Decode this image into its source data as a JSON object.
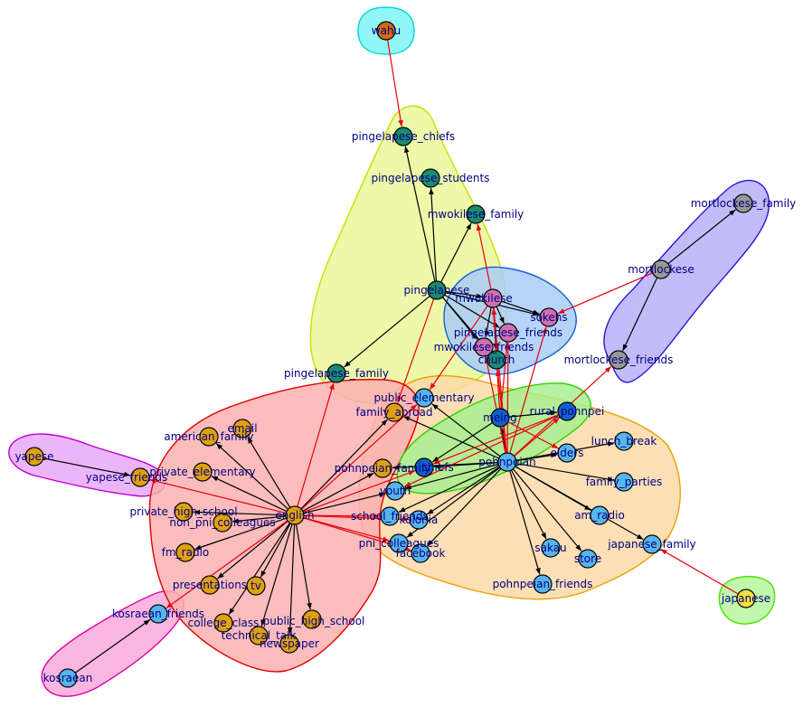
{
  "colors": {
    "label": "#000080",
    "edge_black": "#000000",
    "edge_red": "#e8000b",
    "node_stroke": "#000000"
  },
  "groups": [
    {
      "id": "g_wahu",
      "fill": "#7ff5f5",
      "stroke": "#00d7d7"
    },
    {
      "id": "g_yapese",
      "fill": "#e8a9f7",
      "stroke": "#c000d8"
    },
    {
      "id": "g_kosraean",
      "fill": "#f7a9dc",
      "stroke": "#e000a8"
    },
    {
      "id": "g_japanese",
      "fill": "#b7f7a0",
      "stroke": "#4ee000"
    },
    {
      "id": "g_mortlockese",
      "fill": "#b7b0f7",
      "stroke": "#3016d8"
    },
    {
      "id": "g_pingelapese",
      "fill": "#eaf79a",
      "stroke": "#c8e000"
    },
    {
      "id": "g_orange",
      "fill": "#fcd9a8",
      "stroke": "#f0a000"
    },
    {
      "id": "g_red",
      "fill": "#fab0b0",
      "stroke": "#e00000"
    },
    {
      "id": "g_mwokilese",
      "fill": "#a9cdf7",
      "stroke": "#1060d8"
    },
    {
      "id": "g_green",
      "fill": "#a8ee90",
      "stroke": "#30d000"
    }
  ],
  "nodes": [
    {
      "id": "wahu",
      "label": "wahu",
      "color": "#d06a10"
    },
    {
      "id": "pingelapese_chiefs",
      "label": "pingelapese_chiefs",
      "color": "#1a8a70"
    },
    {
      "id": "pingelapese_students",
      "label": "pingelapese_students",
      "color": "#1a8a70"
    },
    {
      "id": "mwokilese_family",
      "label": "mwokilese_family",
      "color": "#1a8a70"
    },
    {
      "id": "pingelapese",
      "label": "pingelapese",
      "color": "#1a8a70"
    },
    {
      "id": "pingelapese_family",
      "label": "pingelapese_family",
      "color": "#1a8a70"
    },
    {
      "id": "mwokilese",
      "label": "mwokilese",
      "color": "#d070b0"
    },
    {
      "id": "sokehs",
      "label": "sokehs",
      "color": "#d070b0"
    },
    {
      "id": "pingelapese_friends",
      "label": "pingelapese_friends",
      "color": "#d070b0"
    },
    {
      "id": "mwokilese_friends",
      "label": "mwokilese_friends",
      "color": "#d070b0"
    },
    {
      "id": "church",
      "label": "church",
      "color": "#1a8a70"
    },
    {
      "id": "mortlockese_family",
      "label": "mortlockese_family",
      "color": "#989898"
    },
    {
      "id": "mortlockese",
      "label": "mortlockese",
      "color": "#989898"
    },
    {
      "id": "mortlockese_friends",
      "label": "mortlockese_friends",
      "color": "#989898"
    },
    {
      "id": "public_elementary",
      "label": "public_elementary",
      "color": "#58b4ec"
    },
    {
      "id": "family_abroad",
      "label": "family_abroad",
      "color": "#e0a010"
    },
    {
      "id": "meing",
      "label": "meing",
      "color": "#1060c8"
    },
    {
      "id": "rural_pohnpei",
      "label": "rural_pohnpei",
      "color": "#1060c8"
    },
    {
      "id": "email",
      "label": "email",
      "color": "#e0a010"
    },
    {
      "id": "american_family",
      "label": "american_family",
      "color": "#e0a010"
    },
    {
      "id": "yapese",
      "label": "yapese",
      "color": "#e0a010"
    },
    {
      "id": "yapese_friends",
      "label": "yapese_friends",
      "color": "#e0a010"
    },
    {
      "id": "private_elementary",
      "label": "private_elementary",
      "color": "#e0a010"
    },
    {
      "id": "pohnpeian_family",
      "label": "pohnpeian_family",
      "color": "#e0a010"
    },
    {
      "id": "chiefs",
      "label": "chiefs",
      "color": "#1060c8"
    },
    {
      "id": "pohnpeian",
      "label": "pohnpeian",
      "color": "#58b4ec"
    },
    {
      "id": "elders",
      "label": "elders",
      "color": "#58b4ec"
    },
    {
      "id": "lunch_break",
      "label": "lunch_break",
      "color": "#58b4ec"
    },
    {
      "id": "family_parties",
      "label": "family_parties",
      "color": "#58b4ec"
    },
    {
      "id": "youth",
      "label": "youth",
      "color": "#58b4ec"
    },
    {
      "id": "private_high_school",
      "label": "private_high_school",
      "color": "#e0a010"
    },
    {
      "id": "non_pni_colleagues",
      "label": "non_pni_colleagues",
      "color": "#e0a010"
    },
    {
      "id": "english",
      "label": "english",
      "color": "#e0a010"
    },
    {
      "id": "school_friends",
      "label": "school_friends",
      "color": "#58b4ec"
    },
    {
      "id": "kolonia",
      "label": "kolonia",
      "color": "#58b4ec"
    },
    {
      "id": "am_radio",
      "label": "am_radio",
      "color": "#58b4ec"
    },
    {
      "id": "fm_radio",
      "label": "fm_radio",
      "color": "#e0a010"
    },
    {
      "id": "pni_colleagues",
      "label": "pni_colleagues",
      "color": "#58b4ec"
    },
    {
      "id": "facebook",
      "label": "facebook",
      "color": "#58b4ec"
    },
    {
      "id": "sakau",
      "label": "sakau",
      "color": "#58b4ec"
    },
    {
      "id": "store",
      "label": "store",
      "color": "#58b4ec"
    },
    {
      "id": "japanese_family",
      "label": "japanese_family",
      "color": "#58b4ec"
    },
    {
      "id": "presentations",
      "label": "presentations",
      "color": "#e0a010"
    },
    {
      "id": "tv",
      "label": "tv",
      "color": "#e0a010"
    },
    {
      "id": "pohnpeian_friends",
      "label": "pohnpeian_friends",
      "color": "#58b4ec"
    },
    {
      "id": "japanese",
      "label": "japanese",
      "color": "#f0e040"
    },
    {
      "id": "kosraean_friends",
      "label": "kosraean_friends",
      "color": "#58b4ec"
    },
    {
      "id": "college_class",
      "label": "college_class",
      "color": "#e0a010"
    },
    {
      "id": "technical_talk",
      "label": "technical_talk",
      "color": "#e0a010"
    },
    {
      "id": "public_high_school",
      "label": "public_high_school",
      "color": "#e0a010"
    },
    {
      "id": "newspaper",
      "label": "newspaper",
      "color": "#e0a010"
    },
    {
      "id": "kosraean",
      "label": "kosraean",
      "color": "#58b4ec"
    }
  ],
  "edges": [
    {
      "s": "wahu",
      "t": "pingelapese_chiefs",
      "red": true
    },
    {
      "s": "pingelapese",
      "t": "pingelapese_chiefs",
      "red": false
    },
    {
      "s": "pingelapese",
      "t": "pingelapese_students",
      "red": false
    },
    {
      "s": "pingelapese",
      "t": "mwokilese_family",
      "red": false
    },
    {
      "s": "pingelapese",
      "t": "mwokilese",
      "red": false
    },
    {
      "s": "pingelapese",
      "t": "sokehs",
      "red": false
    },
    {
      "s": "pingelapese",
      "t": "pingelapese_friends",
      "red": false
    },
    {
      "s": "pingelapese",
      "t": "mwokilese_friends",
      "red": false
    },
    {
      "s": "pingelapese",
      "t": "church",
      "red": false
    },
    {
      "s": "pingelapese",
      "t": "pingelapese_family",
      "red": false
    },
    {
      "s": "pingelapese",
      "t": "family_abroad",
      "red": true
    },
    {
      "s": "mwokilese",
      "t": "mwokilese_family",
      "red": true
    },
    {
      "s": "mwokilese",
      "t": "sokehs",
      "red": false
    },
    {
      "s": "mwokilese",
      "t": "pingelapese_friends",
      "red": false
    },
    {
      "s": "mwokilese",
      "t": "mwokilese_friends",
      "red": false
    },
    {
      "s": "mwokilese",
      "t": "church",
      "red": false
    },
    {
      "s": "mwokilese",
      "t": "public_elementary",
      "red": true
    },
    {
      "s": "mortlockese",
      "t": "mortlockese_family",
      "red": false
    },
    {
      "s": "mortlockese",
      "t": "mortlockese_friends",
      "red": false
    },
    {
      "s": "mortlockese",
      "t": "sokehs",
      "red": true
    },
    {
      "s": "pohnpeian",
      "t": "mortlockese_friends",
      "red": true
    },
    {
      "s": "pohnpeian",
      "t": "meing",
      "red": false
    },
    {
      "s": "pohnpeian",
      "t": "rural_pohnpei",
      "red": true
    },
    {
      "s": "pohnpeian",
      "t": "elders",
      "red": false
    },
    {
      "s": "pohnpeian",
      "t": "lunch_break",
      "red": false
    },
    {
      "s": "pohnpeian",
      "t": "family_parties",
      "red": false
    },
    {
      "s": "pohnpeian",
      "t": "am_radio",
      "red": false
    },
    {
      "s": "pohnpeian",
      "t": "japanese_family",
      "red": false
    },
    {
      "s": "pohnpeian",
      "t": "store",
      "red": false
    },
    {
      "s": "pohnpeian",
      "t": "sakau",
      "red": false
    },
    {
      "s": "pohnpeian",
      "t": "pohnpeian_friends",
      "red": false
    },
    {
      "s": "pohnpeian",
      "t": "facebook",
      "red": false
    },
    {
      "s": "pohnpeian",
      "t": "pni_colleagues",
      "red": false
    },
    {
      "s": "pohnpeian",
      "t": "kolonia",
      "red": false
    },
    {
      "s": "pohnpeian",
      "t": "school_friends",
      "red": false
    },
    {
      "s": "pohnpeian",
      "t": "youth",
      "red": false
    },
    {
      "s": "pohnpeian",
      "t": "chiefs",
      "red": false
    },
    {
      "s": "pohnpeian",
      "t": "pohnpeian_family",
      "red": false
    },
    {
      "s": "pohnpeian",
      "t": "public_elementary",
      "red": false
    },
    {
      "s": "pohnpeian",
      "t": "family_abroad",
      "red": false
    },
    {
      "s": "pohnpeian",
      "t": "church",
      "red": true
    },
    {
      "s": "pohnpeian",
      "t": "mwokilese_friends",
      "red": true
    },
    {
      "s": "pohnpeian",
      "t": "pingelapese_friends",
      "red": true
    },
    {
      "s": "pohnpeian",
      "t": "mwokilese",
      "red": true
    },
    {
      "s": "pohnpeian",
      "t": "sokehs",
      "red": true
    },
    {
      "s": "meing",
      "t": "rural_pohnpei",
      "red": false
    },
    {
      "s": "meing",
      "t": "chiefs",
      "red": false
    },
    {
      "s": "meing",
      "t": "elders",
      "red": true
    },
    {
      "s": "meing",
      "t": "mwokilese",
      "red": true
    },
    {
      "s": "meing",
      "t": "pingelapese_friends",
      "red": true
    },
    {
      "s": "rural_pohnpei",
      "t": "chiefs",
      "red": true
    },
    {
      "s": "rural_pohnpei",
      "t": "youth",
      "red": true
    },
    {
      "s": "english",
      "t": "email",
      "red": false
    },
    {
      "s": "english",
      "t": "american_family",
      "red": false
    },
    {
      "s": "english",
      "t": "private_elementary",
      "red": false
    },
    {
      "s": "english",
      "t": "private_high_school",
      "red": false
    },
    {
      "s": "english",
      "t": "non_pni_colleagues",
      "red": false
    },
    {
      "s": "english",
      "t": "fm_radio",
      "red": false
    },
    {
      "s": "english",
      "t": "presentations",
      "red": false
    },
    {
      "s": "english",
      "t": "tv",
      "red": false
    },
    {
      "s": "english",
      "t": "college_class",
      "red": false
    },
    {
      "s": "english",
      "t": "technical_talk",
      "red": false
    },
    {
      "s": "english",
      "t": "newspaper",
      "red": false
    },
    {
      "s": "english",
      "t": "public_high_school",
      "red": false
    },
    {
      "s": "english",
      "t": "family_abroad",
      "red": false
    },
    {
      "s": "english",
      "t": "pohnpeian_family",
      "red": false
    },
    {
      "s": "english",
      "t": "youth",
      "red": false
    },
    {
      "s": "english",
      "t": "yapese_friends",
      "red": true
    },
    {
      "s": "english",
      "t": "kosraean_friends",
      "red": true
    },
    {
      "s": "english",
      "t": "pingelapese_family",
      "red": true
    },
    {
      "s": "english",
      "t": "public_elementary",
      "red": true
    },
    {
      "s": "english",
      "t": "chiefs",
      "red": true
    },
    {
      "s": "english",
      "t": "school_friends",
      "red": true
    },
    {
      "s": "english",
      "t": "kolonia",
      "red": true
    },
    {
      "s": "english",
      "t": "pni_colleagues",
      "red": true
    },
    {
      "s": "english",
      "t": "facebook",
      "red": true
    },
    {
      "s": "yapese",
      "t": "yapese_friends",
      "red": false
    },
    {
      "s": "kosraean",
      "t": "kosraean_friends",
      "red": false
    },
    {
      "s": "japanese",
      "t": "japanese_family",
      "red": true
    }
  ]
}
